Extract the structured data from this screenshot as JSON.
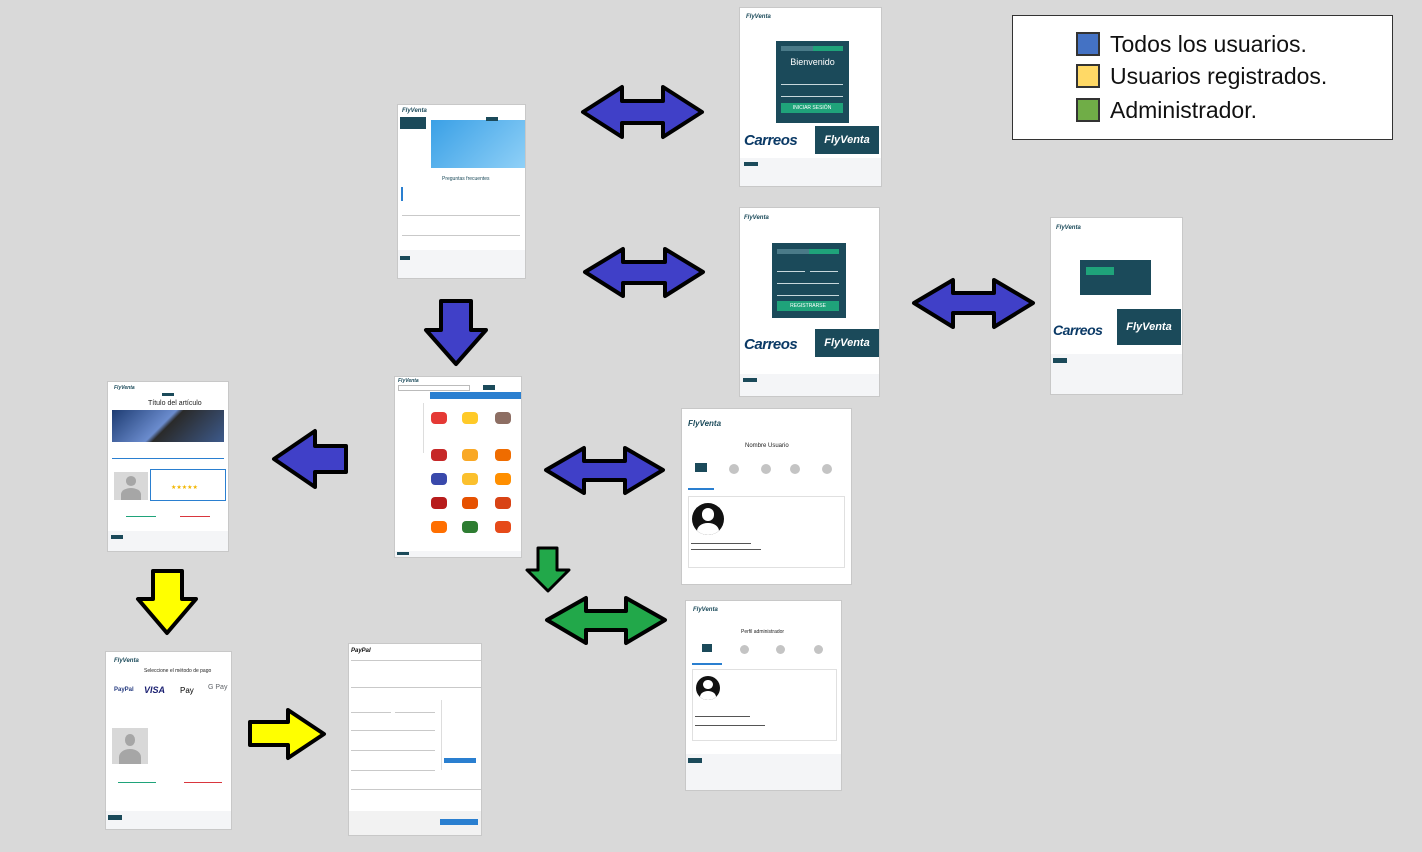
{
  "legend": {
    "items": [
      {
        "label": "Todos los usuarios.",
        "color": "#4472c4"
      },
      {
        "label": "Usuarios registrados.",
        "color": "#ffd966"
      },
      {
        "label": "Administrador.",
        "color": "#70ad47"
      }
    ]
  },
  "screens": {
    "home": {
      "heading": "Preguntas frecuentes"
    },
    "login": {
      "welcome": "Bienvenido",
      "submit": "INICIAR SESIÓN"
    },
    "register": {
      "submit": "REGISTRARSE"
    },
    "brand": {
      "carreos": "Carreos",
      "flyventa": "FlyVenta"
    },
    "product": {
      "title": "Título del artículo"
    },
    "user_profile": {
      "title": "Nombre Usuario"
    },
    "admin_profile": {
      "title": "Perfil administrador"
    },
    "payment": {
      "title": "Seleccione el método de pago",
      "methods": [
        "PayPal",
        "VISA",
        "Pay",
        "G Pay"
      ]
    }
  },
  "arrow_colors": {
    "blue": "#4040c8",
    "yellow": "#ffff00",
    "green": "#22a84a",
    "outline": "#000000"
  }
}
